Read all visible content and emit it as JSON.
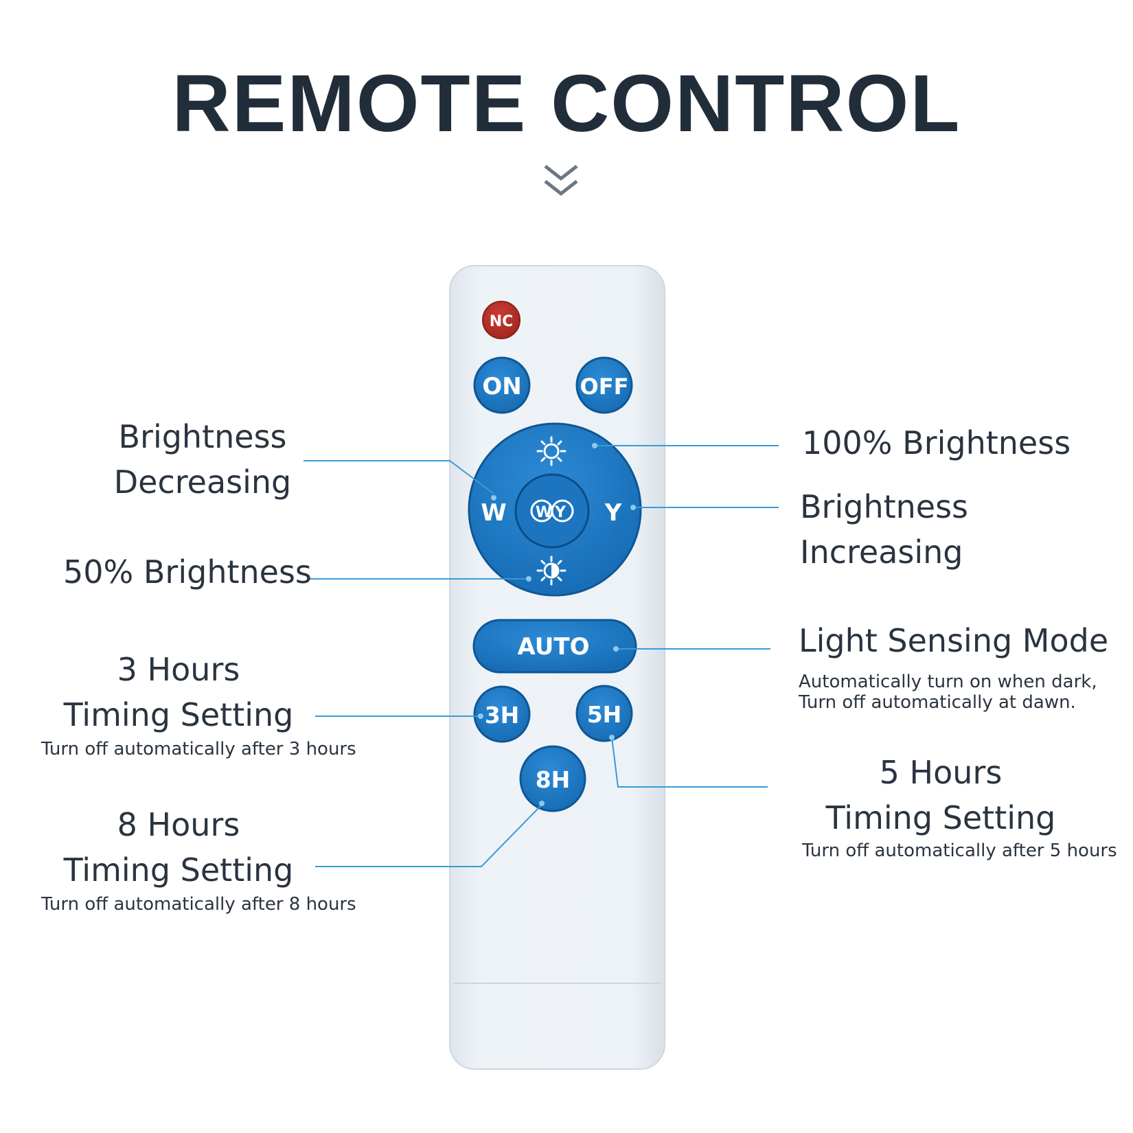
{
  "title": "REMOTE CONTROL",
  "colors": {
    "button_blue": "#1d78c4",
    "nc_red": "#b8322b",
    "remote_body": "#e8eef3",
    "line_blue": "#3a9ad6",
    "text": "#2a3440"
  },
  "remote": {
    "nc": "NC",
    "on": "ON",
    "off": "OFF",
    "w": "W",
    "y": "Y",
    "wy": "WY",
    "auto": "AUTO",
    "h3": "3H",
    "h5": "5H",
    "h8": "8H"
  },
  "icons": [
    "chevron-double-down-icon",
    "sun-full-icon",
    "sun-half-icon"
  ],
  "labels": {
    "brightness_decreasing": [
      "Brightness",
      "Decreasing"
    ],
    "brightness_50": "50% Brightness",
    "hours3": {
      "title": [
        "3 Hours",
        "Timing Setting"
      ],
      "note": "Turn off automatically after 3 hours"
    },
    "hours8": {
      "title": [
        "8 Hours",
        "Timing Setting"
      ],
      "note": "Turn off automatically after 8 hours"
    },
    "brightness_100": "100% Brightness",
    "brightness_increasing": [
      "Brightness",
      "Increasing"
    ],
    "light_sensing": {
      "title": "Light Sensing Mode",
      "note": [
        "Automatically turn on when dark,",
        "Turn off automatically at dawn."
      ]
    },
    "hours5": {
      "title": [
        "5 Hours",
        "Timing Setting"
      ],
      "note": "Turn off automatically after 5 hours"
    }
  }
}
